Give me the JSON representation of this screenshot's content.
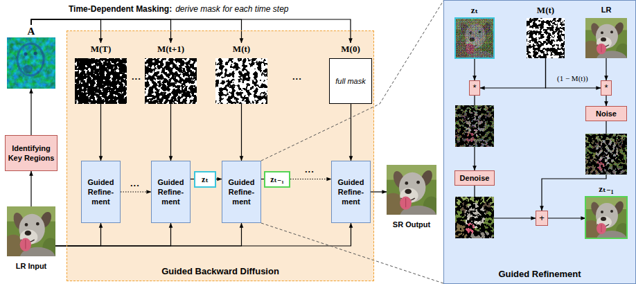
{
  "diagram": {
    "nodes": [
      {
        "text": [
          "A"
        ]
      },
      {
        "text": [
          "Identifying Key Regions"
        ]
      },
      {
        "text": [
          "LR Input"
        ]
      },
      {
        "text": [
          "Guided Backward Diffusion"
        ]
      },
      {
        "text": [
          "M(T)"
        ],
        "in": 3
      },
      {
        "text": [
          "M(t+1)"
        ],
        "in": 3
      },
      {
        "text": [
          "M(t)"
        ],
        "in": 3
      },
      {
        "text": [
          "M(0)",
          "full mask"
        ],
        "in": 3
      },
      {
        "text": [
          "Guided Refine- ment"
        ],
        "in": 3
      },
      {
        "text": [
          "Guided Refine- ment"
        ],
        "in": 3
      },
      {
        "text": [
          "Guided Refine- ment"
        ],
        "in": 3
      },
      {
        "text": [
          "Guided Refine- ment"
        ],
        "in": 3
      },
      {
        "text": [
          "zₜ"
        ],
        "in": 3
      },
      {
        "text": [
          "zₜ₋₁"
        ],
        "in": 3
      },
      {
        "text": [
          "SR Output"
        ]
      },
      {
        "text": [
          "Guided Refinement"
        ]
      },
      {
        "text": [
          "zₜ"
        ],
        "in": 15
      },
      {
        "text": [
          "M(t)"
        ],
        "in": 15
      },
      {
        "text": [
          "LR"
        ],
        "in": 15
      },
      {
        "text": [
          "*"
        ],
        "in": 15
      },
      {
        "text": [
          "*"
        ],
        "in": 15
      },
      {
        "text": [
          "Noise"
        ],
        "in": 15
      },
      {
        "text": [
          "Denoise"
        ],
        "in": 15
      },
      {
        "text": [
          "+"
        ],
        "in": 15
      },
      {
        "text": [
          "zₜ₋₁"
        ],
        "in": 15
      }
    ],
    "edges": [
      {
        "from": 2,
        "to": 1,
        "arrow": "to"
      },
      {
        "from": 1,
        "to": 0,
        "arrow": "to"
      },
      {
        "from": 0,
        "to": 4,
        "arrow": "to"
      },
      {
        "from": 0,
        "to": 5,
        "arrow": "to"
      },
      {
        "from": 0,
        "to": 6,
        "arrow": "to"
      },
      {
        "from": 0,
        "to": 7,
        "arrow": "to"
      },
      {
        "from": 4,
        "to": 8,
        "arrow": "to"
      },
      {
        "from": 5,
        "to": 9,
        "arrow": "to"
      },
      {
        "from": 6,
        "to": 10,
        "arrow": "to"
      },
      {
        "from": 7,
        "to": 11,
        "arrow": "to"
      },
      {
        "from": 2,
        "to": 8,
        "arrow": "to"
      },
      {
        "from": 2,
        "to": 9,
        "arrow": "to"
      },
      {
        "from": 2,
        "to": 10,
        "arrow": "to"
      },
      {
        "from": 2,
        "to": 11,
        "arrow": "to"
      },
      {
        "from": 8,
        "to": 9,
        "arrow": "to"
      },
      {
        "from": 9,
        "to": 12,
        "arrow": "none"
      },
      {
        "from": 12,
        "to": 10,
        "arrow": "to"
      },
      {
        "from": 10,
        "to": 13,
        "arrow": "none"
      },
      {
        "from": 13,
        "to": 11,
        "arrow": "to"
      },
      {
        "from": 11,
        "to": 14,
        "arrow": "to"
      },
      {
        "from": 10,
        "to": 15,
        "arrow": "none"
      },
      {
        "from": 10,
        "to": 15,
        "arrow": "none"
      },
      {
        "from": 16,
        "to": 19,
        "arrow": "to"
      },
      {
        "from": 17,
        "to": 19,
        "arrow": "to"
      },
      {
        "from": 17,
        "to": 20,
        "label": "(1 − M(t))",
        "arrow": "to"
      },
      {
        "from": 18,
        "to": 20,
        "arrow": "to"
      },
      {
        "from": 19,
        "to": 22,
        "arrow": "to"
      },
      {
        "from": 20,
        "to": 21,
        "arrow": "to"
      },
      {
        "from": 22,
        "to": 23,
        "arrow": "to"
      },
      {
        "from": 21,
        "to": 23,
        "arrow": "to"
      },
      {
        "from": 23,
        "to": 24,
        "arrow": "to"
      }
    ],
    "labels": [
      "Time-Dependent Masking:",
      "derive mask for each time step",
      "...",
      "...",
      "...",
      "..."
    ]
  }
}
